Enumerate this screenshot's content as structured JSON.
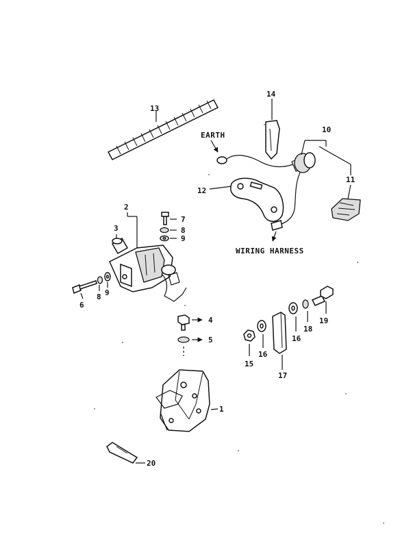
{
  "diagram": {
    "labels": {
      "earth": "EARTH",
      "wiring_harness": "WIRING HARNESS"
    },
    "callouts": {
      "n1": "1",
      "n2": "2",
      "n3": "3",
      "n4": "4",
      "n5": "5",
      "n6": "6",
      "n7": "7",
      "n8a": "8",
      "n8b": "8",
      "n9a": "9",
      "n9b": "9",
      "n10": "10",
      "n11": "11",
      "n12": "12",
      "n13": "13",
      "n14": "14",
      "n15": "15",
      "n16a": "16",
      "n16b": "16",
      "n17": "17",
      "n18": "18",
      "n19": "19",
      "n20": "20"
    }
  }
}
